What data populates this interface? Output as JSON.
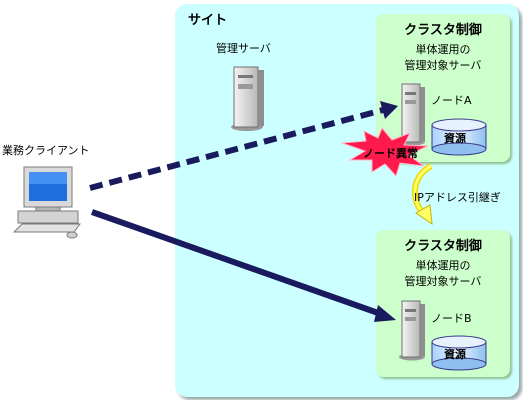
{
  "site": {
    "label": "サイト"
  },
  "management_server": {
    "label": "管理サーバ"
  },
  "client": {
    "label": "業務クライアント"
  },
  "clusters": [
    {
      "title": "クラスタ制御",
      "desc_line1": "単体運用の",
      "desc_line2": "管理対象サーバ",
      "node": "ノードA",
      "storage": "資源"
    },
    {
      "title": "クラスタ制御",
      "desc_line1": "単体運用の",
      "desc_line2": "管理対象サーバ",
      "node": "ノードB",
      "storage": "資源"
    }
  ],
  "failure": {
    "label": "ノード異常"
  },
  "failover": {
    "label": "IPアドレス引継ぎ"
  },
  "colors": {
    "site": "#ccffff",
    "cluster": "#ccffcc",
    "arrow": "#1a1a5e",
    "burst": "#ff1a4d",
    "storage": "#cfe8ff"
  }
}
